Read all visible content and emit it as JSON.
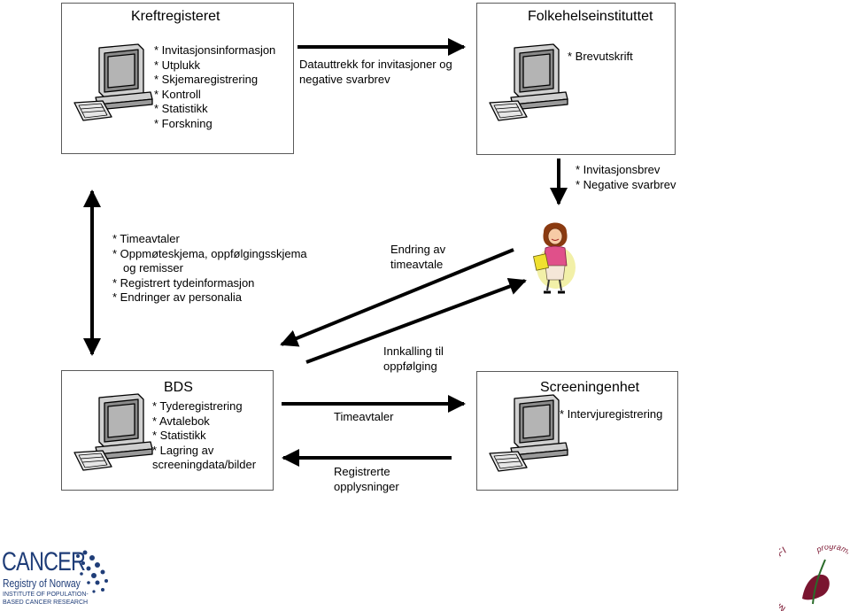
{
  "kreftregisteret": {
    "title": "Kreftregisteret",
    "items": [
      "* Invitasjonsinformasjon",
      "* Utplukk",
      "* Skjemaregistrering",
      "* Kontroll",
      "* Statistikk",
      "* Forskning"
    ]
  },
  "fhi": {
    "title": "Folkehelseinstituttet",
    "items": [
      "* Brevutskrift"
    ]
  },
  "flows": {
    "datauttrekk": [
      "Datauttrekk for invitasjoner og",
      "negative svarbrev"
    ],
    "brev": [
      "* Invitasjonsbrev",
      "* Negative svarbrev"
    ],
    "timeavtaler_list": [
      "* Timeavtaler",
      "* Oppmøteskjema, oppfølgingsskjema",
      "  og remisser",
      "* Registrert tydeinformasjon",
      "* Endringer av personalia"
    ],
    "endring": [
      "Endring av",
      "timeavtale"
    ],
    "innkalling": [
      "Innkalling til",
      "oppfølging"
    ],
    "timeavtaler": "Timeavtaler",
    "registrerte": [
      "Registrerte",
      "opplysninger"
    ]
  },
  "bds": {
    "title": "BDS",
    "items": [
      "* Tyderegistrering",
      "* Avtalebok",
      "* Statistikk",
      "* Lagring av",
      "screeningdata/bilder"
    ]
  },
  "screening": {
    "title": "Screeningenhet",
    "items": [
      "* Intervjuregistrering"
    ]
  },
  "logos": {
    "cancer_main": "CANCER",
    "cancer_sub": "Registry of Norway",
    "cancer_inst1": "INSTITUTE OF POPULATION-",
    "cancer_inst2": "BASED CANCER RESEARCH",
    "mammo_name": "MAMMOGRAFI",
    "mammo_sub": "programmet"
  },
  "icons": {
    "computer": "computer-icon",
    "woman": "woman-clipart-icon"
  }
}
